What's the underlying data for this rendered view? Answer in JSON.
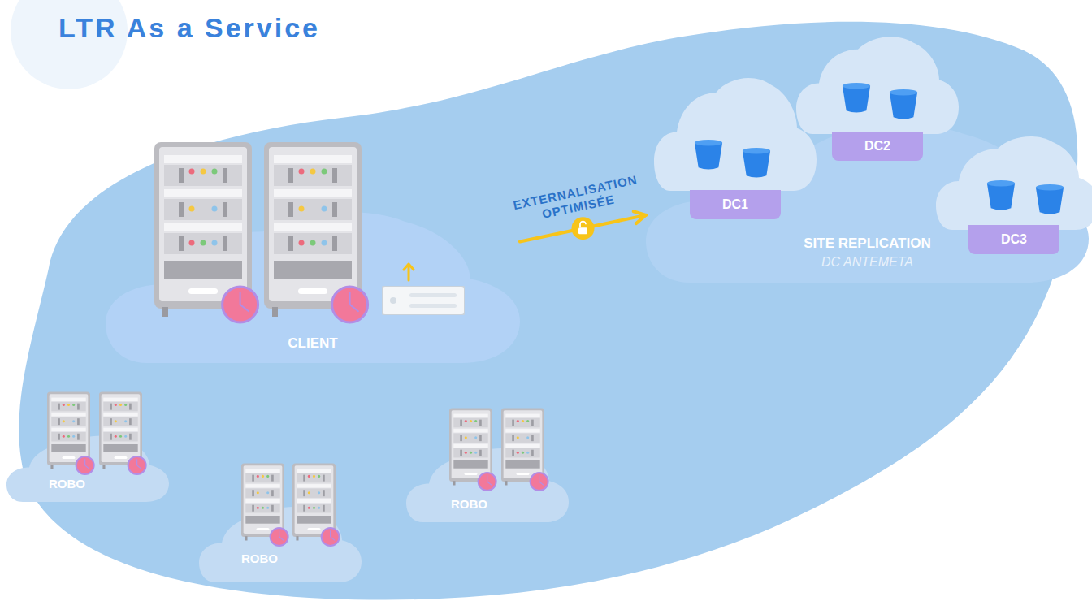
{
  "diagram": {
    "title": "LTR As a Service",
    "nodes": [
      {
        "text": [
          "CLIENT"
        ]
      },
      {
        "text": [
          "SITE REPLICATION",
          "DC ANTEMETA"
        ]
      },
      {
        "text": [
          "DC1"
        ],
        "in": 1
      },
      {
        "text": [
          "DC2"
        ],
        "in": 1
      },
      {
        "text": [
          "DC3"
        ],
        "in": 1
      },
      {
        "text": [
          "ROBO"
        ]
      },
      {
        "text": [
          "ROBO"
        ]
      },
      {
        "text": [
          "ROBO"
        ]
      }
    ],
    "edges": [
      {
        "from": 0,
        "to": 1,
        "label": "EXTERNALISATION OPTIMISÉE",
        "arrow": "to"
      }
    ]
  }
}
